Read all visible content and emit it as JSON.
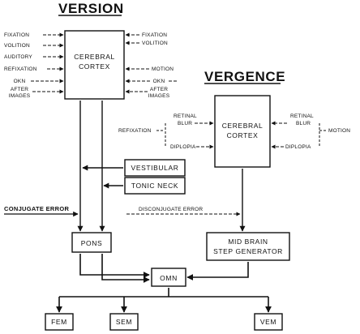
{
  "headings": {
    "version": "VERSION",
    "vergence": "VERGENCE"
  },
  "version_inputs_left": [
    "FIXATION",
    "VOLITION",
    "AUDITORY",
    "REFIXATION",
    "OKN",
    "AFTER",
    "IMAGES"
  ],
  "version_inputs_right": [
    "FIXATION",
    "VOLITION",
    "MOTION",
    "OKN",
    "AFTER",
    "IMAGES"
  ],
  "cerebral_cortex": [
    "CEREBRAL",
    "CORTEX"
  ],
  "vergence_cortex": [
    "CEREBRAL",
    "CORTEX"
  ],
  "vergence_left": {
    "refixation": "REFIXATION",
    "retinal": "RETINAL",
    "blur": "BLUR",
    "diplopia": "DIPLOPIA"
  },
  "vergence_right": {
    "retinal": "RETINAL",
    "blur": "BLUR",
    "motion": "MOTION",
    "diplopia": "DIPLOPIA"
  },
  "boxes": {
    "vestibular": "VESTIBULAR",
    "tonic_neck": "TONIC NECK",
    "pons": "PONS",
    "omn": "OMN",
    "midbrain_1": "MID BRAIN",
    "midbrain_2": "STEP GENERATOR",
    "fem": "FEM",
    "sem": "SEM",
    "vem": "VEM"
  },
  "errors": {
    "conjugate": "CONJUGATE ERROR",
    "disconjugate": "DISCONJUGATE ERROR"
  }
}
